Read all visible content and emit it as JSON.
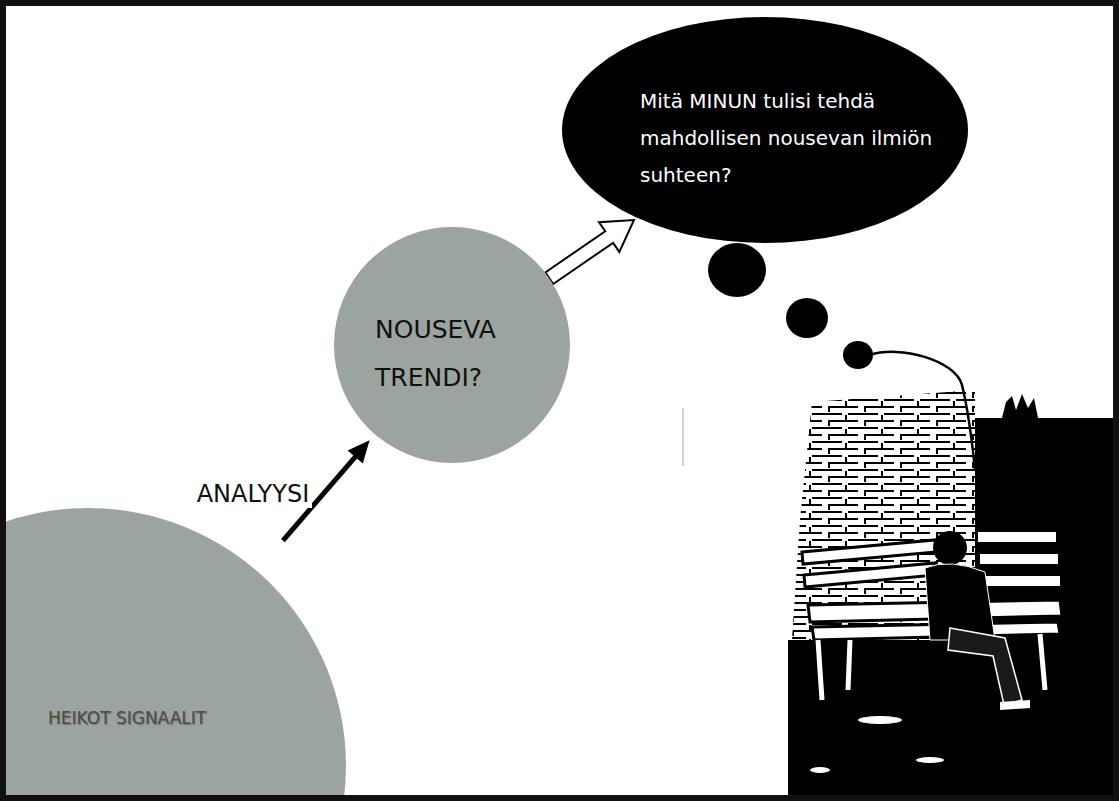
{
  "diagram": {
    "nodes": [
      {
        "text": [
          "HEIKOT SIGNAALIT"
        ]
      },
      {
        "text": [
          "NOUSEVA TRENDI?"
        ]
      },
      {
        "text": [
          "Mitä MINUN tulisi tehdä mahdollisen nousevan ilmiön suhteen?"
        ]
      }
    ],
    "edges": [
      {
        "from": 0,
        "to": 1,
        "arrow": "to",
        "label": "ANALYYSI"
      },
      {
        "from": 1,
        "to": 2,
        "arrow": "to"
      }
    ]
  }
}
